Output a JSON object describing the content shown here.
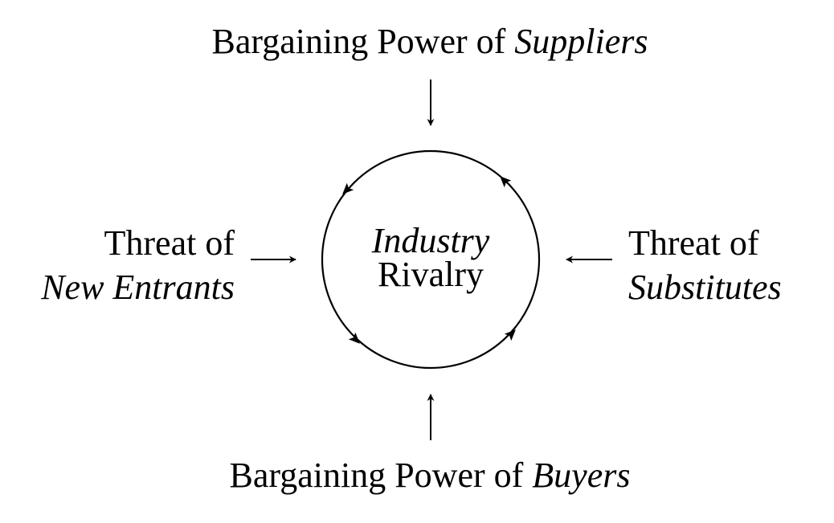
{
  "forces": {
    "top": {
      "prefix": "Bargaining Power of ",
      "emphasis": "Suppliers"
    },
    "bottom": {
      "prefix": "Bargaining Power of ",
      "emphasis": "Buyers"
    },
    "left": {
      "line1": "Threat of",
      "line2": "New Entrants"
    },
    "right": {
      "line1": "Threat of",
      "line2": "Substitutes"
    }
  },
  "center": {
    "line1": "Industry",
    "line2": "Rivalry"
  },
  "colors": {
    "stroke": "#000000",
    "background": "#ffffff"
  }
}
